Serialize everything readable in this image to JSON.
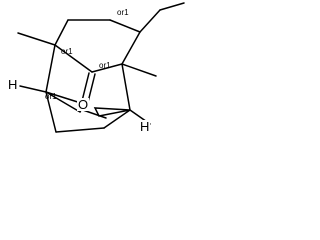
{
  "molecule": {
    "atoms": {
      "h_left": "H",
      "h_right": "H",
      "oxygen": "O"
    },
    "stereo_labels": [
      "or1",
      "or1",
      "or1",
      "or1"
    ],
    "colors": {
      "bond": "#000000",
      "text": "#000000",
      "background": "#ffffff"
    }
  }
}
